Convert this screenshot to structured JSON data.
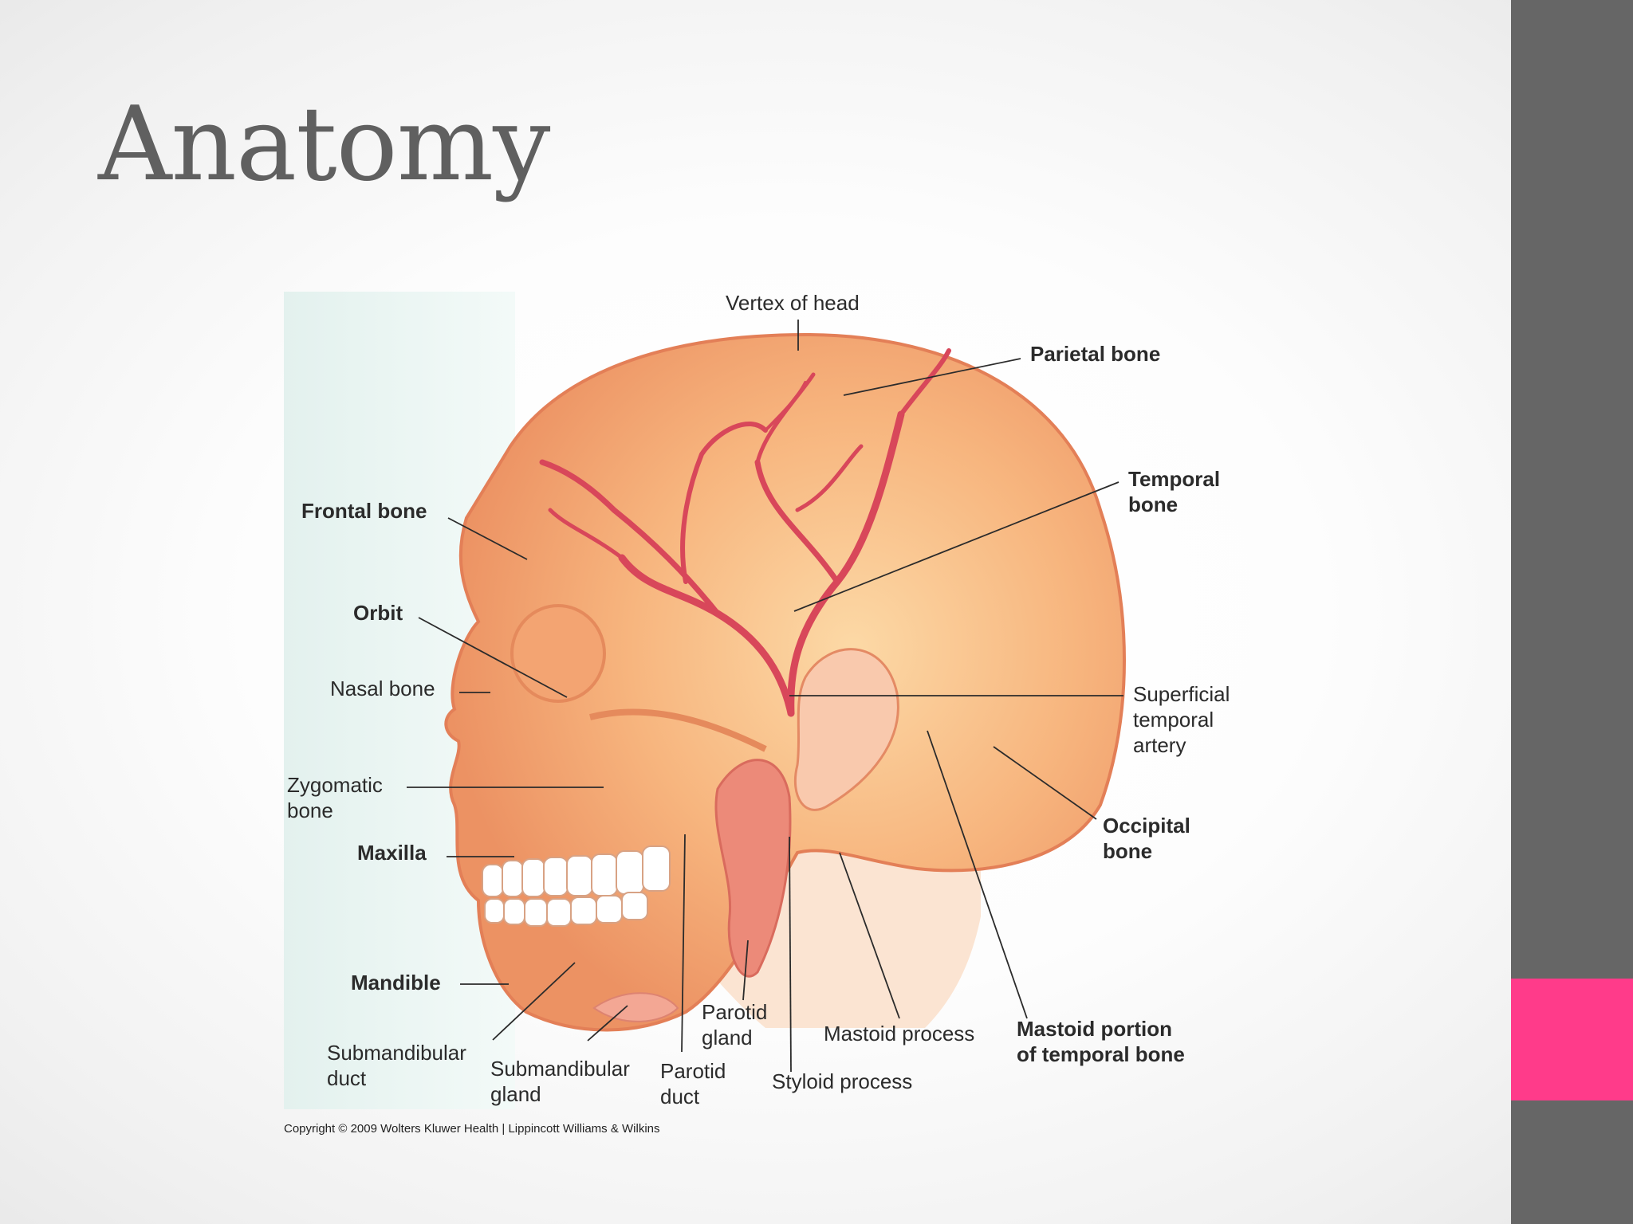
{
  "slide": {
    "title": "Anatomy"
  },
  "diagram": {
    "labels": {
      "vertex": "Vertex of head",
      "parietal": "Parietal bone",
      "temporal_1": "Temporal",
      "temporal_2": "bone",
      "frontal": "Frontal bone",
      "orbit": "Orbit",
      "nasal": "Nasal bone",
      "zygomatic_1": "Zygomatic",
      "zygomatic_2": "bone",
      "maxilla": "Maxilla",
      "mandible": "Mandible",
      "subduct_1": "Submandibular",
      "subduct_2": "duct",
      "subgland_1": "Submandibular",
      "subgland_2": "gland",
      "parotid_duct_1": "Parotid",
      "parotid_duct_2": "duct",
      "parotid_gland_1": "Parotid",
      "parotid_gland_2": "gland",
      "styloid": "Styloid process",
      "mastoid": "Mastoid process",
      "mastoid_portion_1": "Mastoid portion",
      "mastoid_portion_2": "of temporal bone",
      "occipital_1": "Occipital",
      "occipital_2": "bone",
      "sta_1": "Superficial",
      "sta_2": "temporal",
      "sta_3": "artery"
    },
    "copyright": "Copyright © 2009 Wolters Kluwer Health | Lippincott Williams & Wilkins"
  }
}
